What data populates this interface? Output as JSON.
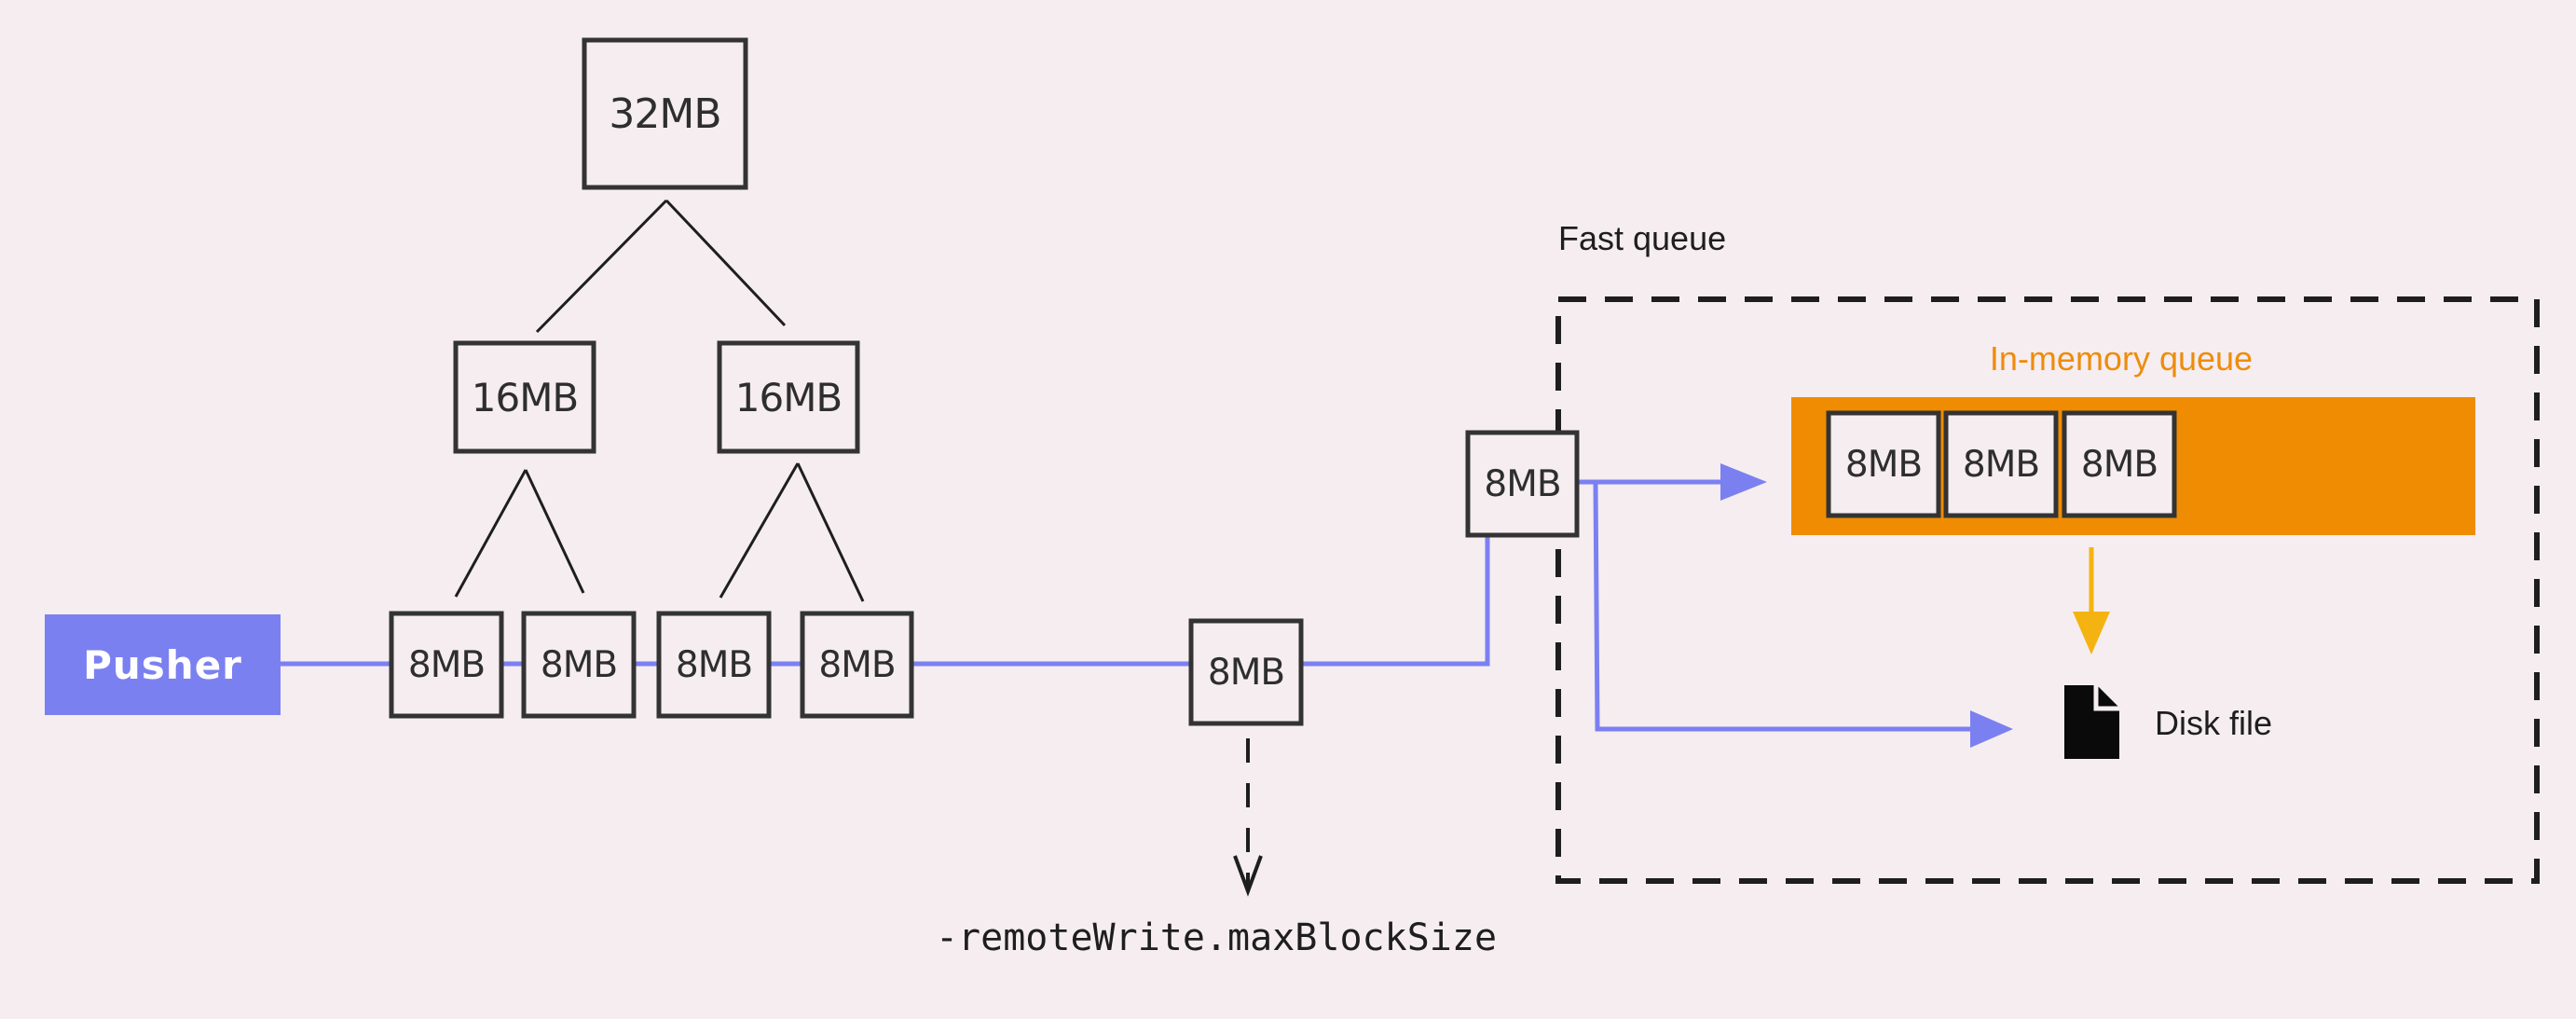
{
  "diagram": {
    "pusher_label": "Pusher",
    "tree": {
      "root": "32MB",
      "left_child": "16MB",
      "right_child": "16MB",
      "leaves": [
        "8MB",
        "8MB",
        "8MB",
        "8MB"
      ]
    },
    "middle_block": "8MB",
    "incoming_block": "8MB",
    "max_block_flag": "-remoteWrite.maxBlockSize",
    "fast_queue": {
      "title": "Fast queue",
      "in_memory_title": "In-memory queue",
      "in_memory_blocks": [
        "8MB",
        "8MB",
        "8MB"
      ],
      "disk_label": "Disk file"
    },
    "colors": {
      "background": "#f5edf0",
      "pusher": "#7b80f1",
      "flow_line": "#7b80f1",
      "in_memory_queue": "#ef8c02",
      "spill_arrow": "#f5b312",
      "box_stroke": "#333333"
    }
  }
}
